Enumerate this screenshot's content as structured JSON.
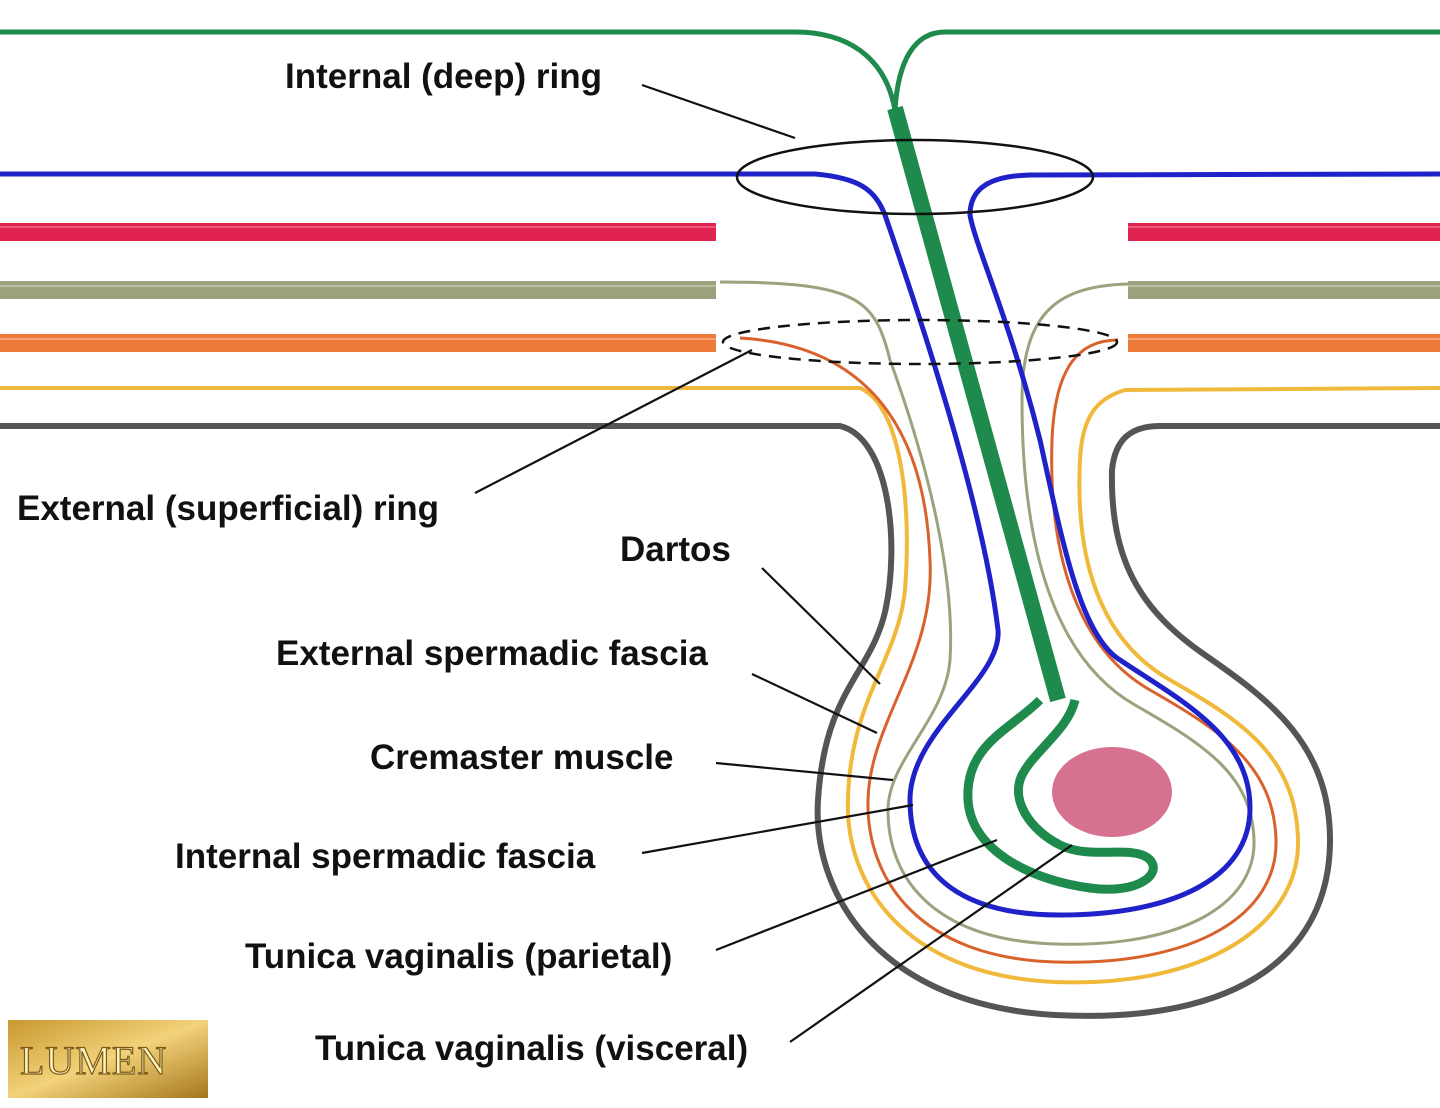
{
  "labels": {
    "internal_ring": "Internal (deep) ring",
    "external_ring": "External (superficial) ring",
    "dartos": "Dartos",
    "external_spermatic_fascia": "External spermadic fascia",
    "cremaster_muscle": "Cremaster muscle",
    "internal_spermatic_fascia": "Internal spermadic fascia",
    "tunica_parietal": "Tunica vaginalis (parietal)",
    "tunica_visceral": "Tunica vaginalis (visceral)"
  },
  "logo": {
    "text": "LUMEN"
  },
  "colors": {
    "peritoneum": "#1e8a4c",
    "transversalis_fascia": "#1f22c9",
    "transversus_abdominis": "#e0244f",
    "internal_oblique": "#9aa37d",
    "external_oblique": "#ee7a3a",
    "superficial_fascia": "#f0b93a",
    "skin": "#555555",
    "testis": "#d6718f",
    "leader_line": "#111111"
  }
}
